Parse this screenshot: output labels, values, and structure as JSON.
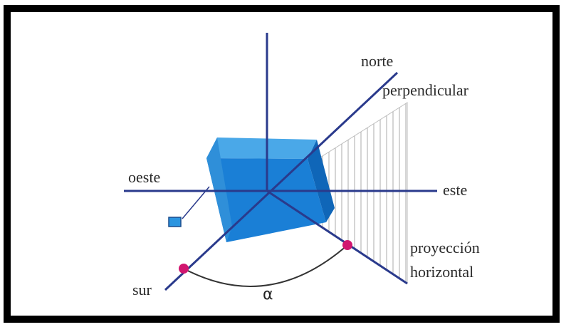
{
  "labels": {
    "norte": "norte",
    "perpendicular": "perpendicular",
    "oeste": "oeste",
    "este": "este",
    "sur": "sur",
    "proyeccion_line1": "proyección",
    "proyeccion_line2": "horizontal",
    "angle": "α"
  },
  "colors": {
    "frame": "#000000",
    "axis": "#2a3a8c",
    "cube_top": "#4aa8e8",
    "cube_front": "#1a7fd6",
    "cube_side": "#0f66b8",
    "hatch": "#b9b9b9",
    "point": "#d1166f",
    "arc": "#333333",
    "small_square": "#2b95e0"
  }
}
